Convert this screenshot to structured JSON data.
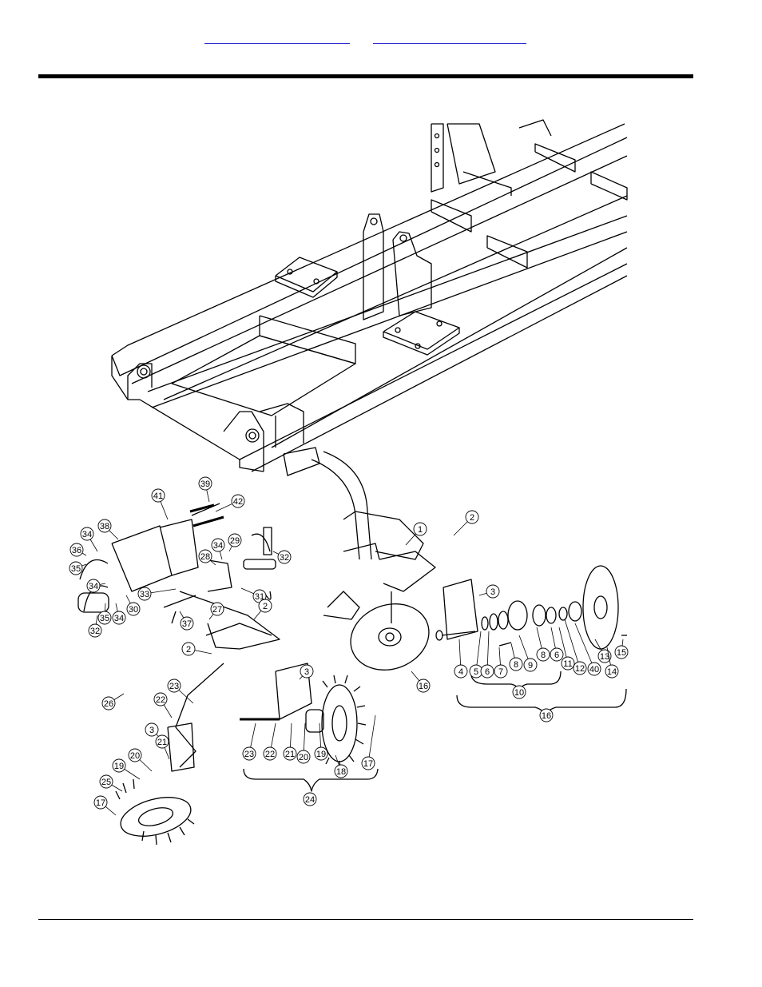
{
  "header": {
    "link1_text": "",
    "link2_text": ""
  },
  "diagram": {
    "callouts": [
      {
        "n": "39"
      },
      {
        "n": "42"
      },
      {
        "n": "41"
      },
      {
        "n": "38"
      },
      {
        "n": "34"
      },
      {
        "n": "36"
      },
      {
        "n": "35"
      },
      {
        "n": "29"
      },
      {
        "n": "34"
      },
      {
        "n": "32"
      },
      {
        "n": "28"
      },
      {
        "n": "33"
      },
      {
        "n": "31"
      },
      {
        "n": "34"
      },
      {
        "n": "35"
      },
      {
        "n": "34"
      },
      {
        "n": "30"
      },
      {
        "n": "37"
      },
      {
        "n": "32"
      },
      {
        "n": "27"
      },
      {
        "n": "2"
      },
      {
        "n": "2"
      },
      {
        "n": "1"
      },
      {
        "n": "2"
      },
      {
        "n": "3"
      },
      {
        "n": "3"
      },
      {
        "n": "23"
      },
      {
        "n": "22"
      },
      {
        "n": "26"
      },
      {
        "n": "3"
      },
      {
        "n": "21"
      },
      {
        "n": "20"
      },
      {
        "n": "19"
      },
      {
        "n": "25"
      },
      {
        "n": "17"
      },
      {
        "n": "16"
      },
      {
        "n": "23"
      },
      {
        "n": "22"
      },
      {
        "n": "21"
      },
      {
        "n": "20"
      },
      {
        "n": "19"
      },
      {
        "n": "18"
      },
      {
        "n": "17"
      },
      {
        "n": "24"
      },
      {
        "n": "4"
      },
      {
        "n": "5"
      },
      {
        "n": "6"
      },
      {
        "n": "7"
      },
      {
        "n": "8"
      },
      {
        "n": "9"
      },
      {
        "n": "8"
      },
      {
        "n": "6"
      },
      {
        "n": "11"
      },
      {
        "n": "12"
      },
      {
        "n": "40"
      },
      {
        "n": "13"
      },
      {
        "n": "14"
      },
      {
        "n": "15"
      },
      {
        "n": "10"
      },
      {
        "n": "16"
      }
    ]
  }
}
